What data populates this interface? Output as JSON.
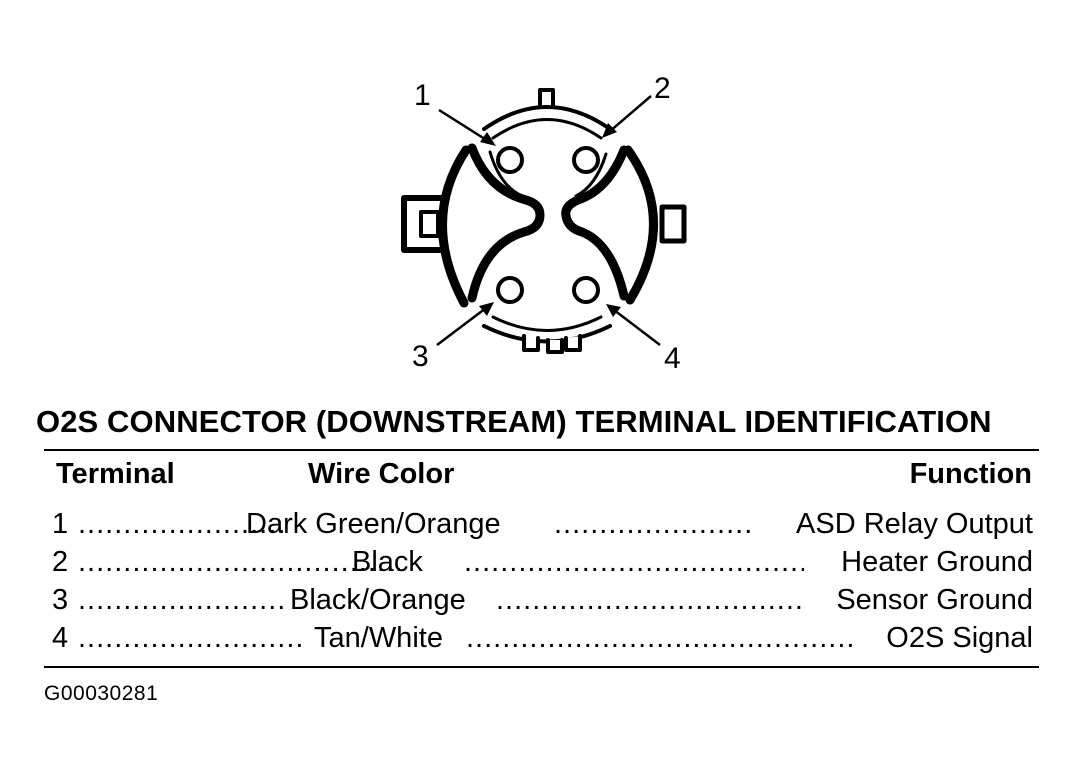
{
  "diagram": {
    "pins": [
      "1",
      "2",
      "3",
      "4"
    ]
  },
  "title": "O2S CONNECTOR (DOWNSTREAM) TERMINAL IDENTIFICATION",
  "table": {
    "headers": {
      "terminal": "Terminal",
      "wire_color": "Wire Color",
      "function": "Function"
    },
    "rows": [
      {
        "terminal": "1",
        "wire_color": "Dark Green/Orange",
        "function": "ASD Relay Output"
      },
      {
        "terminal": "2",
        "wire_color": "Black",
        "function": "Heater Ground"
      },
      {
        "terminal": "3",
        "wire_color": "Black/Orange",
        "function": "Sensor Ground"
      },
      {
        "terminal": "4",
        "wire_color": "Tan/White",
        "function": "O2S Signal"
      }
    ]
  },
  "figure_id": "G00030281"
}
